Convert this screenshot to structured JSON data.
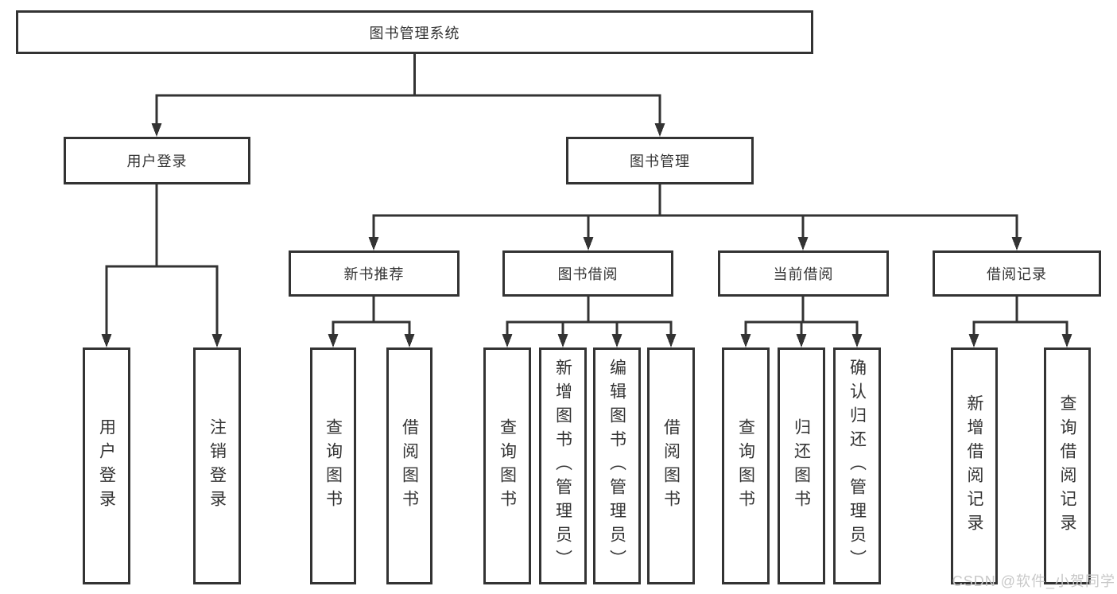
{
  "diagram_title": "图书管理系统",
  "nodes": {
    "root": {
      "label": "图书管理系统"
    },
    "user_login": {
      "label": "用户登录"
    },
    "book_management": {
      "label": "图书管理"
    },
    "new_book_recommend": {
      "label": "新书推荐"
    },
    "book_borrow": {
      "label": "图书借阅"
    },
    "current_borrow": {
      "label": "当前借阅"
    },
    "borrow_records": {
      "label": "借阅记录"
    },
    "leaf_user_login": {
      "label": "用户登录"
    },
    "leaf_logout": {
      "label": "注销登录"
    },
    "leaf_newbook_query": {
      "label": "查询图书"
    },
    "leaf_newbook_borrow": {
      "label": "借阅图书"
    },
    "leaf_borrow_query": {
      "label": "查询图书"
    },
    "leaf_borrow_add": {
      "label": "新增图书（管理员）"
    },
    "leaf_borrow_edit": {
      "label": "编辑图书（管理员）"
    },
    "leaf_borrow_borrow": {
      "label": "借阅图书"
    },
    "leaf_current_query": {
      "label": "查询图书"
    },
    "leaf_current_return": {
      "label": "归还图书"
    },
    "leaf_current_confirm": {
      "label": "确认归还（管理员）"
    },
    "leaf_record_add": {
      "label": "新增借阅记录"
    },
    "leaf_record_query": {
      "label": "查询借阅记录"
    }
  },
  "watermark": "CSDN @软件_小贺同学",
  "colors": {
    "line": "#333333",
    "text": "#333333",
    "background": "#ffffff",
    "watermark": "#c8c8c8"
  }
}
